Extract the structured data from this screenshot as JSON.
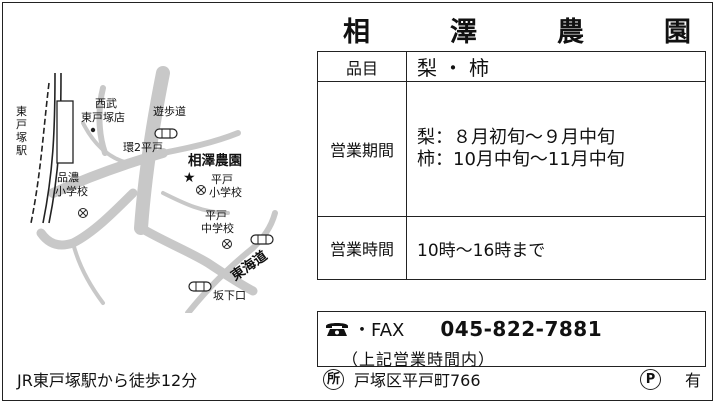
{
  "title": [
    "相",
    "澤",
    "農",
    "園"
  ],
  "info": {
    "item_label": "品目",
    "item_value": "梨・柿",
    "period_label": "営業期間",
    "period_lines": [
      "梨：８月初旬～９月中旬",
      "柿：10月中旬～11月中旬"
    ],
    "hours_label": "営業時間",
    "hours_value": "10時～16時まで"
  },
  "contact": {
    "tel_label": "・FAX",
    "tel_number": "045-822-7881",
    "tel_note": "（上記営業時間内）"
  },
  "address": {
    "mark": "所",
    "value": "戸塚区平戸町766"
  },
  "parking": {
    "mark": "P",
    "value": "有"
  },
  "walk_note": "JR東戸塚駅から徒歩12分",
  "map": {
    "station": "東戸塚駅",
    "station_lines": [
      "東",
      "戸",
      "塚",
      "駅"
    ],
    "seibu_lines": [
      "西武",
      "東戸塚店"
    ],
    "promenade": "遊歩道",
    "loop_road": "環2平戸",
    "farm": "相澤農園",
    "shinano": [
      "品濃",
      "小学校"
    ],
    "hirado_elem": [
      "平戸",
      "小学校"
    ],
    "hirado_mid": [
      "平戸",
      "中学校"
    ],
    "tokaido": "東海道",
    "sakashitaguchi": "坂下口"
  },
  "colors": {
    "road": "#c8c8c8",
    "border": "#222222"
  }
}
